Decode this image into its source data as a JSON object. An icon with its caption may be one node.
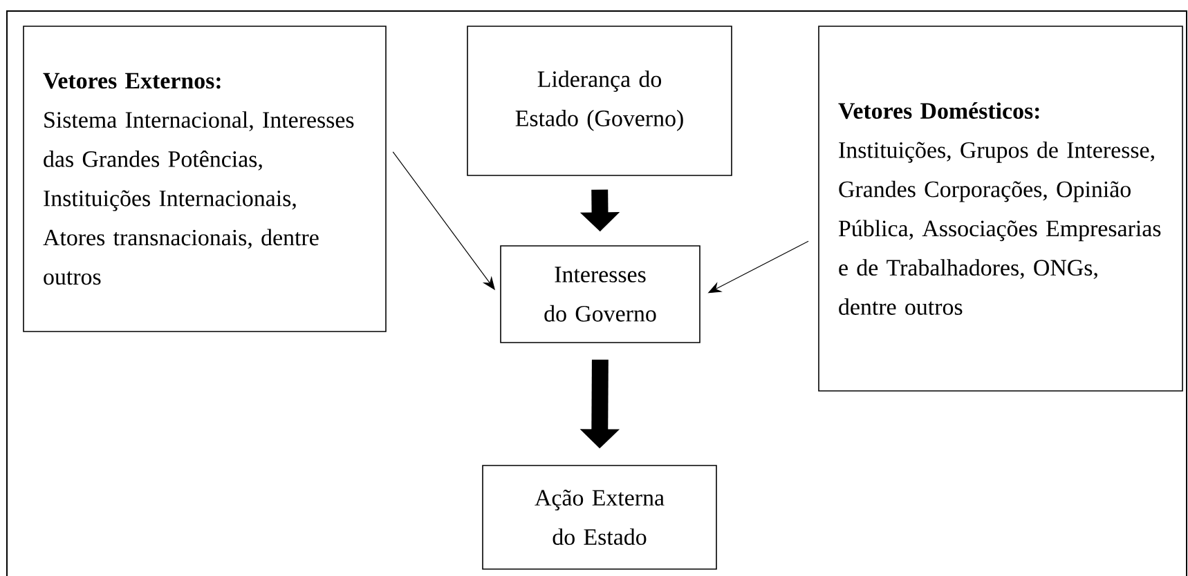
{
  "diagram": {
    "nodes": [
      {
        "text": [
          "Vetores Externos:",
          "Sistema Internacional, Interesses das Grandes Potências, Instituições Internacionais, Atores transnacionais, dentre outros"
        ]
      },
      {
        "text": [
          "Liderança do Estado (Governo)"
        ]
      },
      {
        "text": [
          "Interesses do Governo"
        ]
      },
      {
        "text": [
          "Vetores Domésticos:",
          "Instituições, Grupos de Interesse, Grandes Corporações, Opinião Pública, Associações Empresarias e de Trabalhadores, ONGs, dentre outros"
        ]
      },
      {
        "text": [
          "Ação Externa do Estado"
        ]
      }
    ],
    "edges": [
      {
        "from": 0,
        "to": 2,
        "arrow": "to"
      },
      {
        "from": 1,
        "to": 2,
        "arrow": "to",
        "style": "thick"
      },
      {
        "from": 3,
        "to": 2,
        "arrow": "to"
      },
      {
        "from": 2,
        "to": 4,
        "arrow": "to",
        "style": "thick"
      }
    ]
  }
}
